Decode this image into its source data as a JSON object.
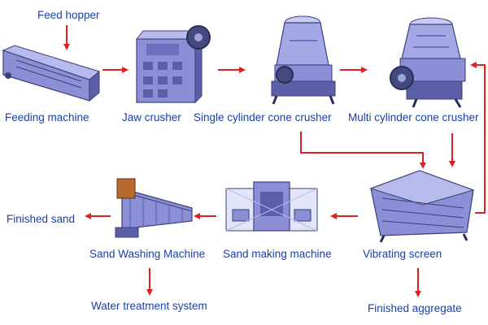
{
  "labels": {
    "feed_hopper": "Feed hopper",
    "feeding_machine": "Feeding machine",
    "jaw_crusher": "Jaw crusher",
    "single_cylinder": "Single cylinder cone crusher",
    "multi_cylinder": "Multi cylinder cone crusher",
    "finished_sand": "Finished sand",
    "sand_washing": "Sand Washing Machine",
    "sand_making": "Sand making machine",
    "vibrating_screen": "Vibrating screen",
    "water_treatment": "Water treatment system",
    "finished_aggregate": "Finished aggregate"
  },
  "colors": {
    "label": "#1a3fa8",
    "arrow": "#e02020",
    "machine_body": "#8a8fd6",
    "machine_dark": "#3c3f7a"
  }
}
